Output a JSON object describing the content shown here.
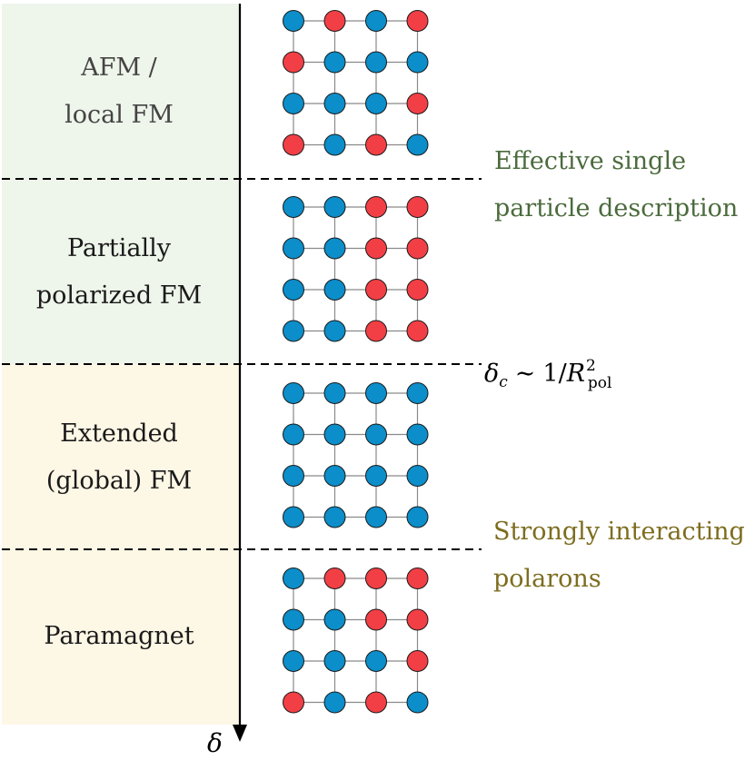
{
  "colors": {
    "band_green": "#eef5ea",
    "band_yellow": "#fdf7e5",
    "spin_up": "#0b8ec9",
    "spin_down": "#f23f45",
    "grid_line": "#8a8a8a",
    "note_green": "#4b6b3c",
    "note_olive": "#7d6d1f"
  },
  "phases": [
    {
      "lines": [
        "AFM /",
        "local FM"
      ],
      "band": "green",
      "lattice": [
        [
          0,
          1,
          0,
          1
        ],
        [
          1,
          0,
          0,
          0
        ],
        [
          0,
          0,
          0,
          1
        ],
        [
          1,
          0,
          1,
          0
        ]
      ]
    },
    {
      "lines": [
        "Partially",
        "polarized FM"
      ],
      "band": "green",
      "lattice": [
        [
          0,
          0,
          1,
          1
        ],
        [
          0,
          0,
          1,
          1
        ],
        [
          0,
          0,
          1,
          1
        ],
        [
          0,
          0,
          1,
          1
        ]
      ]
    },
    {
      "lines": [
        "Extended",
        "(global) FM"
      ],
      "band": "yellow",
      "lattice": [
        [
          0,
          0,
          0,
          0
        ],
        [
          0,
          0,
          0,
          0
        ],
        [
          0,
          0,
          0,
          0
        ],
        [
          0,
          0,
          0,
          0
        ]
      ]
    },
    {
      "lines": [
        "Paramagnet"
      ],
      "band": "yellow",
      "lattice": [
        [
          0,
          1,
          1,
          1
        ],
        [
          0,
          0,
          1,
          1
        ],
        [
          0,
          0,
          0,
          1
        ],
        [
          1,
          0,
          1,
          0
        ]
      ]
    }
  ],
  "notes": {
    "single_particle": [
      "Effective single",
      "particle description"
    ],
    "strongly_interacting": [
      "Strongly interacting",
      "polarons"
    ]
  },
  "critical_density": {
    "delta": "δ",
    "sub_c": "c",
    "sim": "∼",
    "one_over": "1/",
    "R": "R",
    "sup_2": "2",
    "sub_pol": "pol"
  },
  "axis": {
    "label": "δ"
  }
}
